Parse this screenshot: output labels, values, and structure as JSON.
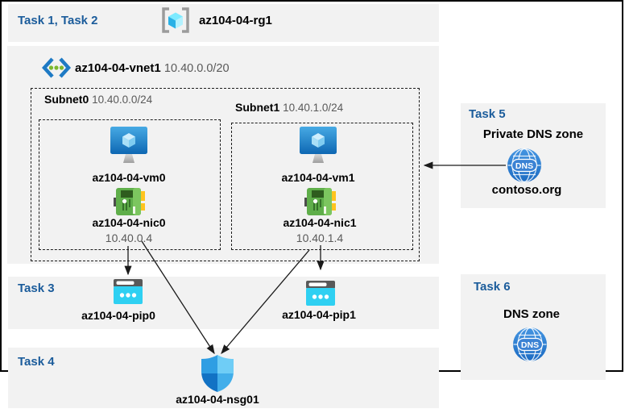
{
  "header": {
    "tasks": "Task 1, Task 2",
    "resource_group": "az104-04-rg1"
  },
  "vnet": {
    "name": "az104-04-vnet1",
    "cidr": "10.40.0.0/20",
    "subnets": [
      {
        "name": "Subnet0",
        "cidr": "10.40.0.0/24",
        "vm": "az104-04-vm0",
        "nic": "az104-04-nic0",
        "ip": "10.40.0.4"
      },
      {
        "name": "Subnet1",
        "cidr": "10.40.1.0/24",
        "vm": "az104-04-vm1",
        "nic": "az104-04-nic1",
        "ip": "10.40.1.4"
      }
    ]
  },
  "task3": {
    "label": "Task 3",
    "pips": [
      "az104-04-pip0",
      "az104-04-pip1"
    ]
  },
  "task4": {
    "label": "Task 4",
    "nsg": "az104-04-nsg01"
  },
  "task5": {
    "label": "Task 5",
    "title": "Private DNS zone",
    "zone": "contoso.org",
    "icon_text": "DNS"
  },
  "task6": {
    "label": "Task 6",
    "title": "DNS zone",
    "icon_text": "DNS"
  },
  "colors": {
    "band_bg": "#f2f2f2",
    "task_text": "#1b5c9b",
    "secondary_text": "#595959",
    "arrow": "#1a1a1a"
  }
}
